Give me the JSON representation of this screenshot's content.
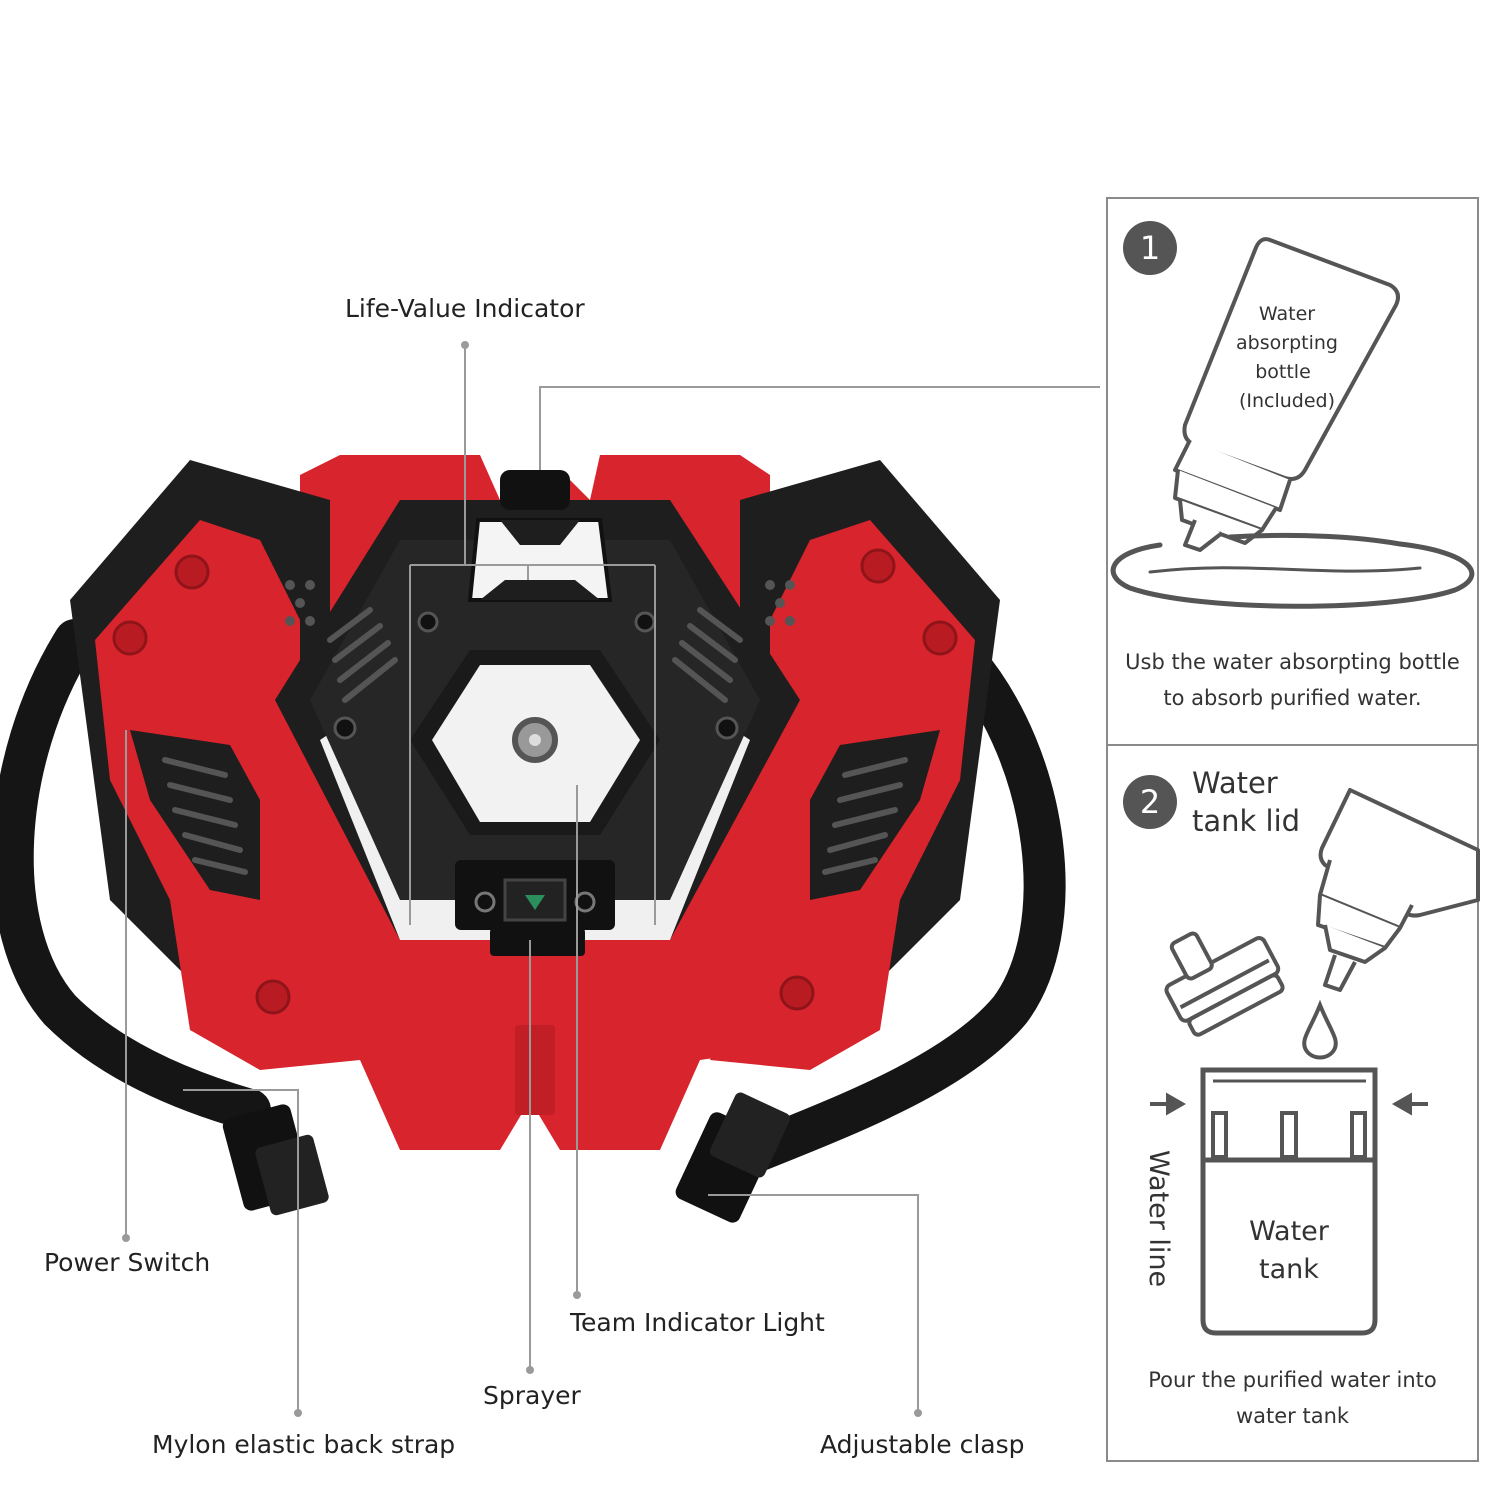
{
  "callouts": {
    "life_value": "Life-Value Indicator",
    "power_switch": "Power Switch",
    "team_light": "Team Indicator Light",
    "sprayer": "Sprayer",
    "back_strap": "Mylon elastic back strap",
    "clasp": "Adjustable clasp"
  },
  "step1": {
    "number": "1",
    "bottle_label": [
      "Water",
      "absorpting",
      "bottle",
      "(Included)"
    ],
    "caption_line1": "Usb the water absorpting bottle",
    "caption_line2": "to absorb purified water."
  },
  "step2": {
    "number": "2",
    "lid_label_line1": "Water",
    "lid_label_line2": "tank lid",
    "water_line": "Water line",
    "tank_label_line1": "Water",
    "tank_label_line2": "tank",
    "caption_line1": "Pour the purified water into",
    "caption_line2": "water tank"
  },
  "colors": {
    "red": "#d8242c",
    "dark": "#1e1e1e",
    "panel_border": "#8a8a8a",
    "badge": "#555555"
  }
}
